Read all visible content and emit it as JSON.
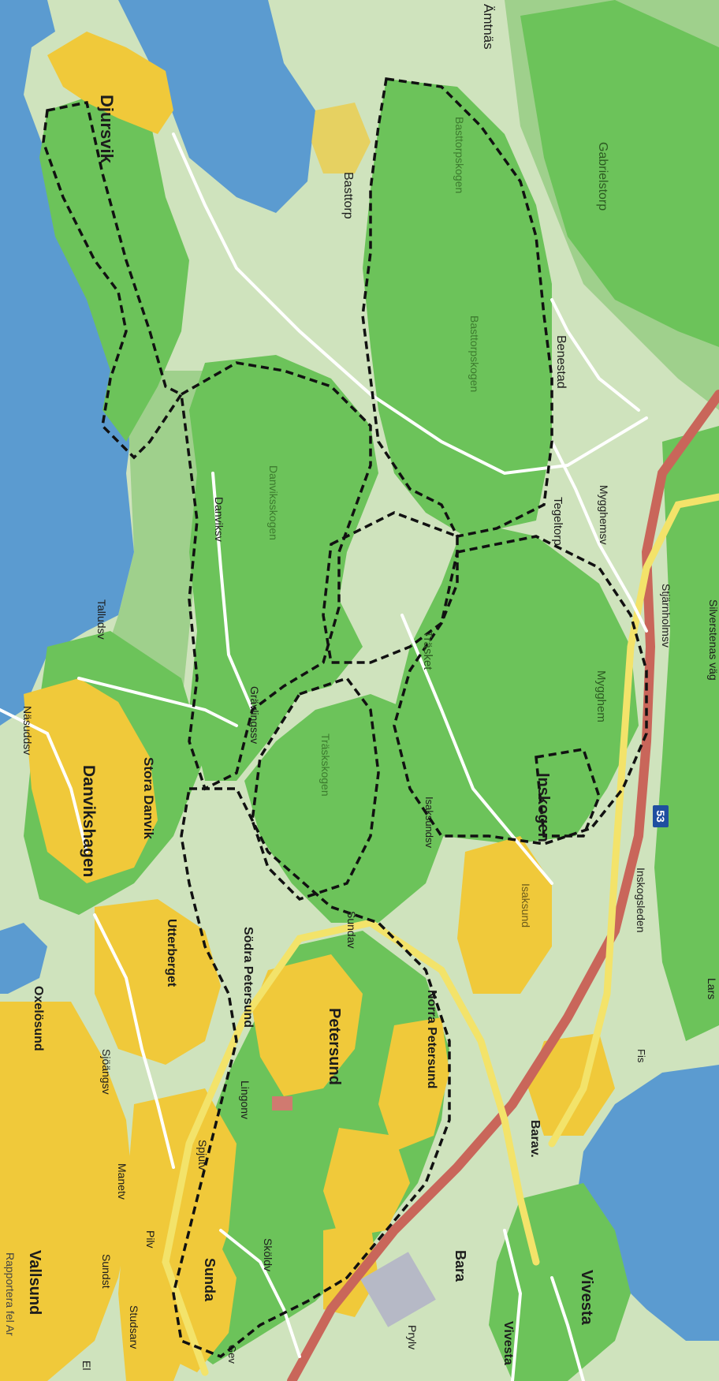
{
  "map": {
    "colors": {
      "water": "#5b9bd0",
      "forest": "#6cc35a",
      "forest_light": "#9fd08c",
      "open_land": "#cfe3bd",
      "residential": "#f0c93a",
      "highway": "#c9665a",
      "main_road": "#f3e36a",
      "road": "#ffffff",
      "boundary": "#111111"
    },
    "route_shield": "53",
    "footer_text": "Rapportera fel  Ar",
    "places": {
      "amtnas": "Ämtnäs",
      "djursvik": "Djursvik",
      "basttorp": "Basttorp",
      "gabrielstorp": "Gabrielstorp",
      "basttorpskogen_1": "Basttorpskogen",
      "basttorpskogen_2": "Basttorpskogen",
      "benestad": "Benestad",
      "danviksskogen": "Danviksskogen",
      "tegeltorp": "Tegeltorp",
      "myghem": "Mygghem",
      "mygghemsv": "Mygghemsv",
      "traskel": "Träsket",
      "traskskogen": "Träskskogen",
      "stjarnholmsv": "Stjärnholmsv",
      "silverstensv": "Silverstenas väg",
      "inskogen": "Inskogen",
      "inskogsleden": "Inskogsleden",
      "saksundsv": "Isaksundsv",
      "isaksund": "Isaksund",
      "danviksv": "Danviksv",
      "talludsv": "Talludsv",
      "gravlingssv": "Grävlingssv",
      "nasuddsv": "Näsuddsv",
      "stora_danvik": "Stora Danvik",
      "danvikshagen": "Danvikshagen",
      "utterberget": "Utterberget",
      "sodra_petersund": "Södra Petersund",
      "sundav": "Sundav",
      "norra_petersund": "Norra Petersund",
      "petersund": "Petersund",
      "oxelosund": "Oxelösund",
      "sjoangsv": "Sjöängsv",
      "lingonv": "Lingonv",
      "spjutv": "Spjutv",
      "manetv": "Manetv",
      "pilv": "Pilv",
      "skoldv": "Sköldv",
      "sundst": "Sundst",
      "studsarv": "Studsarv",
      "vallsund": "Vallsund",
      "sunda": "Sunda",
      "barav": "Barav.",
      "bara": "Bara",
      "vivesta_1": "Vivesta",
      "vivesta_2": "Vivesta",
      "prylv": "Prylv",
      "larsa": "Lars",
      "fis": "Fis",
      "gev": "Gev",
      "el": "El"
    }
  }
}
